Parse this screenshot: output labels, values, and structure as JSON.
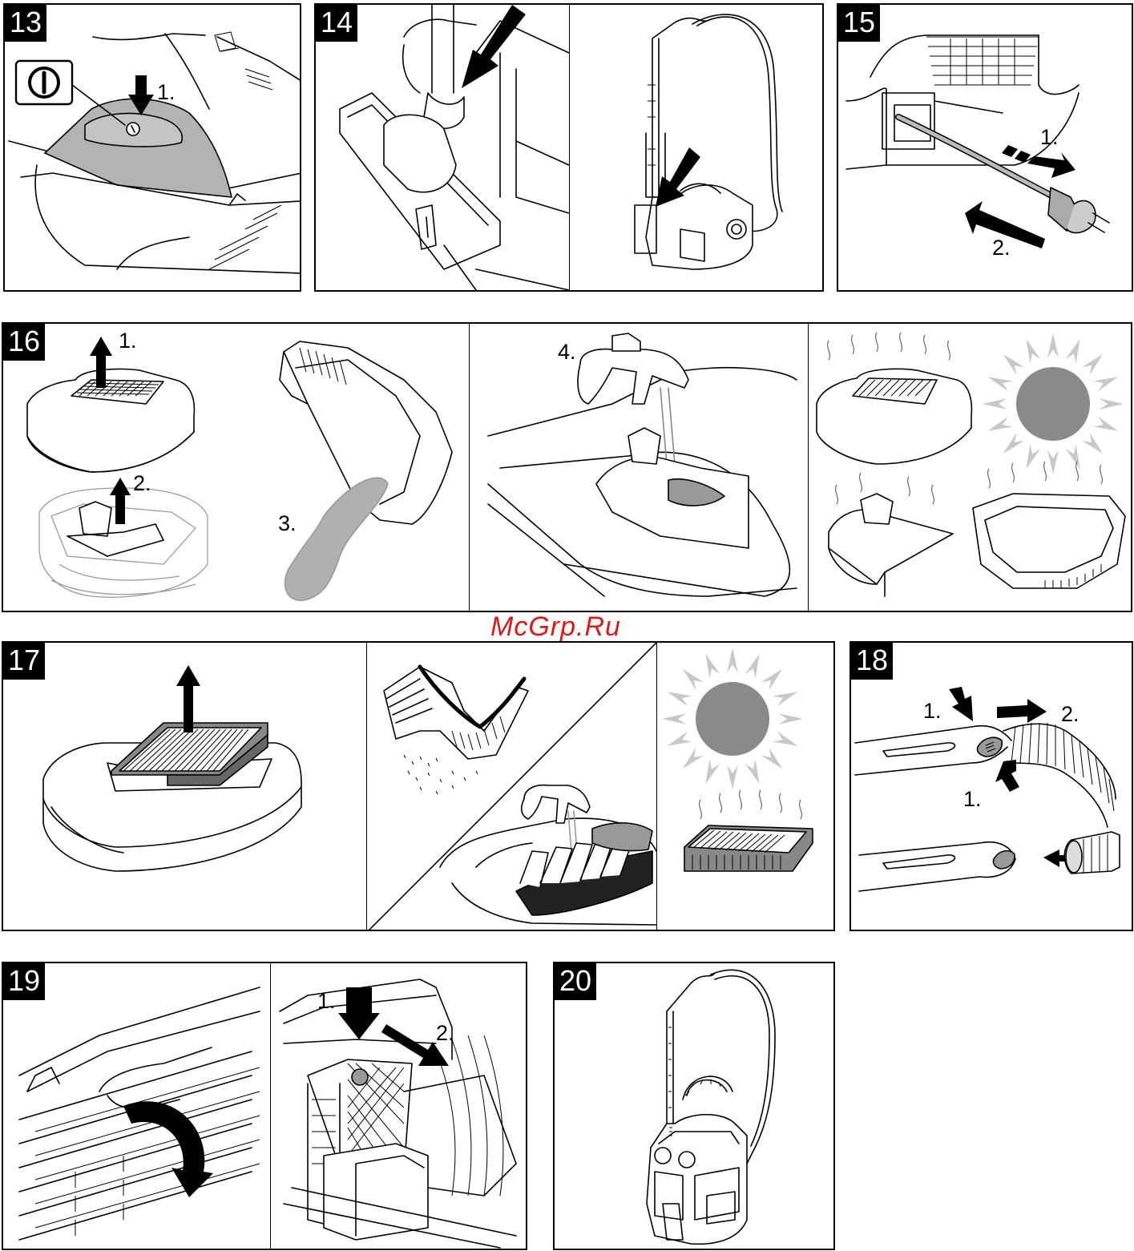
{
  "watermark": "McGrp.Ru",
  "panels": {
    "p13": {
      "number": "13",
      "steps": [
        "1."
      ],
      "power_symbol": "power-symbol"
    },
    "p14": {
      "number": "14"
    },
    "p15": {
      "number": "15",
      "steps": [
        "1.",
        "2."
      ]
    },
    "p16": {
      "number": "16",
      "steps": [
        "1.",
        "2.",
        "3.",
        "4."
      ]
    },
    "p17": {
      "number": "17"
    },
    "p18": {
      "number": "18",
      "steps": [
        "1.",
        "2.",
        "1."
      ]
    },
    "p19": {
      "number": "19",
      "steps": [
        "1.",
        "2."
      ]
    },
    "p20": {
      "number": "20"
    }
  },
  "colors": {
    "fill_grey": "#b3b3b3",
    "sun_grey": "#8a8a8a",
    "watermark_red": "#e01818"
  }
}
